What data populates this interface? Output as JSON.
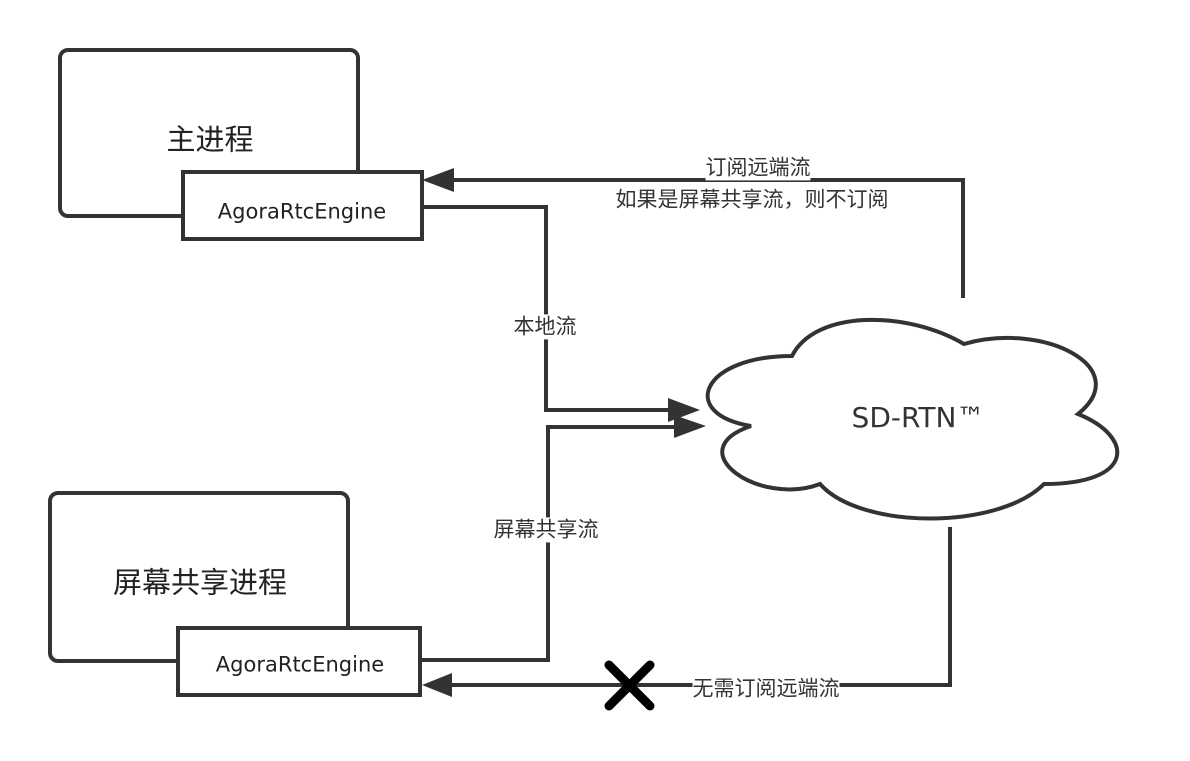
{
  "nodes": {
    "main_process": "主进程",
    "main_engine": "AgoraRtcEngine",
    "screen_process": "屏幕共享进程",
    "screen_engine": "AgoraRtcEngine",
    "network": "SD-RTN™"
  },
  "edges": {
    "local_stream": "本地流",
    "screen_stream": "屏幕共享流",
    "subscribe_line1": "订阅远端流",
    "subscribe_line2": "如果是屏幕共享流，则不订阅",
    "no_subscribe": "无需订阅远端流"
  },
  "colors": {
    "stroke": "#333333",
    "cross": "#000000"
  }
}
